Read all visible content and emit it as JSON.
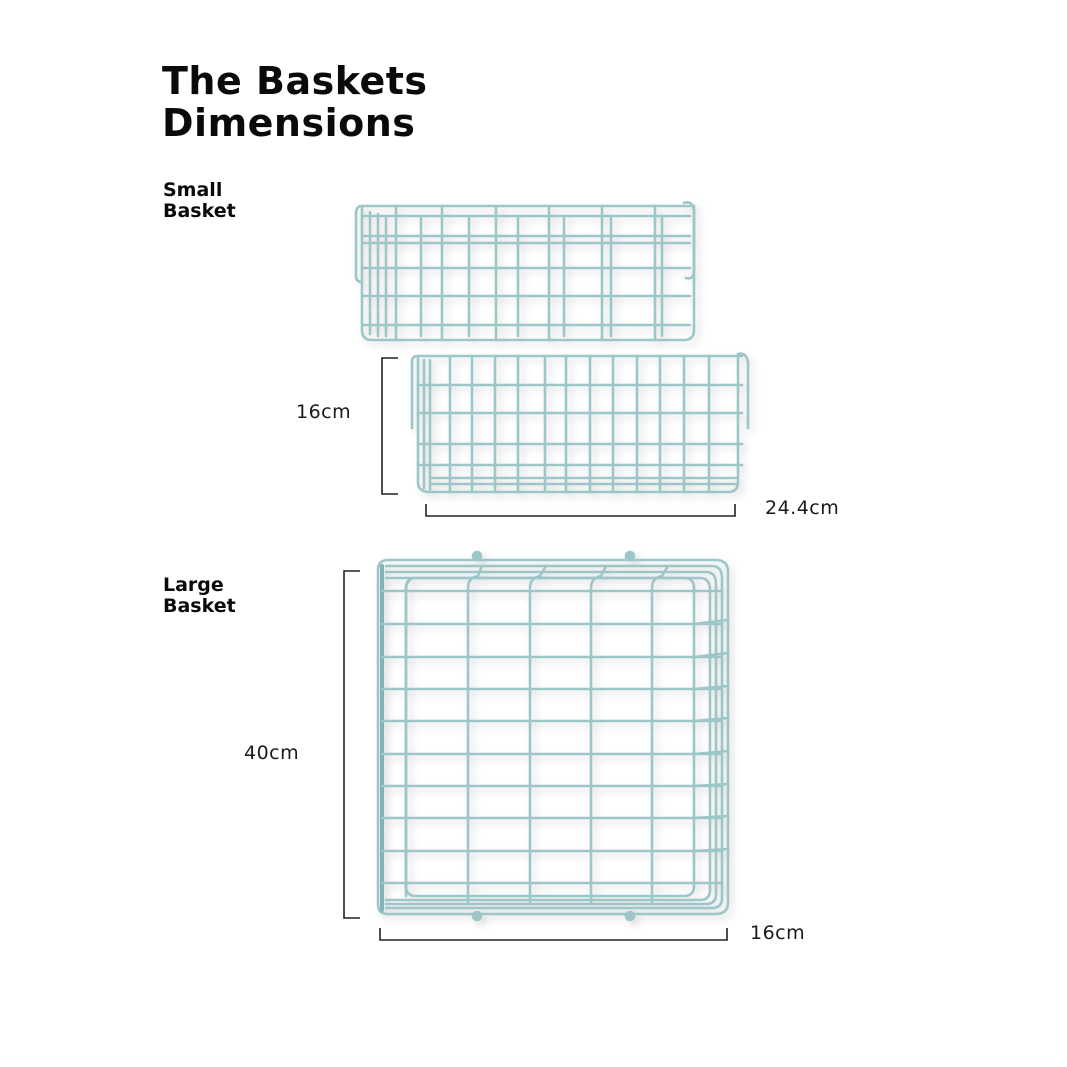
{
  "title": {
    "line1": "The Baskets",
    "line2": "Dimensions"
  },
  "small_basket": {
    "label_line1": "Small",
    "label_line2": "Basket",
    "height": "16cm",
    "width": "24.4cm"
  },
  "large_basket": {
    "label_line1": "Large",
    "label_line2": "Basket",
    "height": "40cm",
    "width": "16cm"
  },
  "colors": {
    "wire": "#9dc6c9",
    "wire_dark": "#85b2b6",
    "text": "#0a0a0a",
    "bracket": "#222222",
    "background": "#ffffff"
  }
}
